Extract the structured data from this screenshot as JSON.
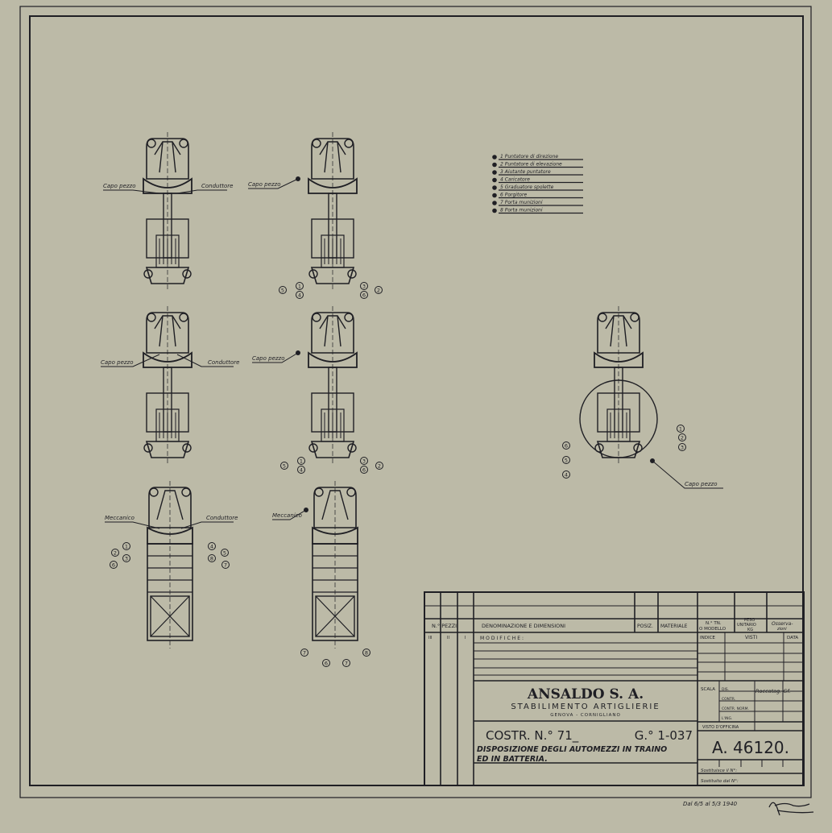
{
  "drawing": {
    "legend": [
      "1 Puntatore di direzione",
      "2 Puntatore di elevazione",
      "3 Aiutante puntatore",
      "4 Caricatore",
      "5 Graduatore spolette",
      "6 Porgitore",
      "7 Porta munizioni",
      "8 Porta munizioni"
    ],
    "labels": {
      "capo_pezzo": "Capo pezzo",
      "conduttore": "Conduttore",
      "meccanico": "Meccanico"
    },
    "markers": [
      "1",
      "2",
      "3",
      "4",
      "5",
      "6",
      "7",
      "8"
    ]
  },
  "title_block": {
    "headers": {
      "n_pezzi": "N.° PEZZI",
      "denominazione": "DENOMINAZIONE E DIMENSIONI",
      "posiz": "POSIZ.",
      "materiale": "MATERIALE",
      "n_tn_1": "N.° TN.",
      "n_tn_2": "O MODELLO",
      "peso_1": "PESO",
      "peso_2": "UNITARIO",
      "peso_3": "KG",
      "osserv_1": "Osserva-",
      "osserv_2": "zioni",
      "col_iii": "III",
      "col_ii": "II",
      "col_i": "I",
      "modifiche": "MODIFICHE:",
      "indice": "INDICE",
      "visti": "VISTI",
      "data": "DATA"
    },
    "company": "ANSALDO S. A.",
    "division": "STABILIMENTO ARTIGLIERIE",
    "location": "GENOVA - CORNIGLIANO",
    "costr": "COSTR. N.° 71_",
    "group": "G.° 1-037",
    "subject_1": "DISPOSIZIONE DEGLI AUTOMEZZI IN TRAINO",
    "subject_2": "ED IN BATTERIA.",
    "scala": "SCALA",
    "dis": "DIS.",
    "contr": "CONTR.",
    "contr_norm": "CONTR. NORM.",
    "ing": "L'ING.",
    "signature_dis": "Roccatag. Gf.",
    "visto_officina": "VISTO D'OFFICINA",
    "drawing_number": "A. 46120.",
    "sostituisce": "Sostituisce il N°:",
    "sostituito": "Sostituito dal N°:"
  },
  "footer": {
    "note": "Dal 6/5 al 5/3 1940",
    "signature": "signature"
  }
}
